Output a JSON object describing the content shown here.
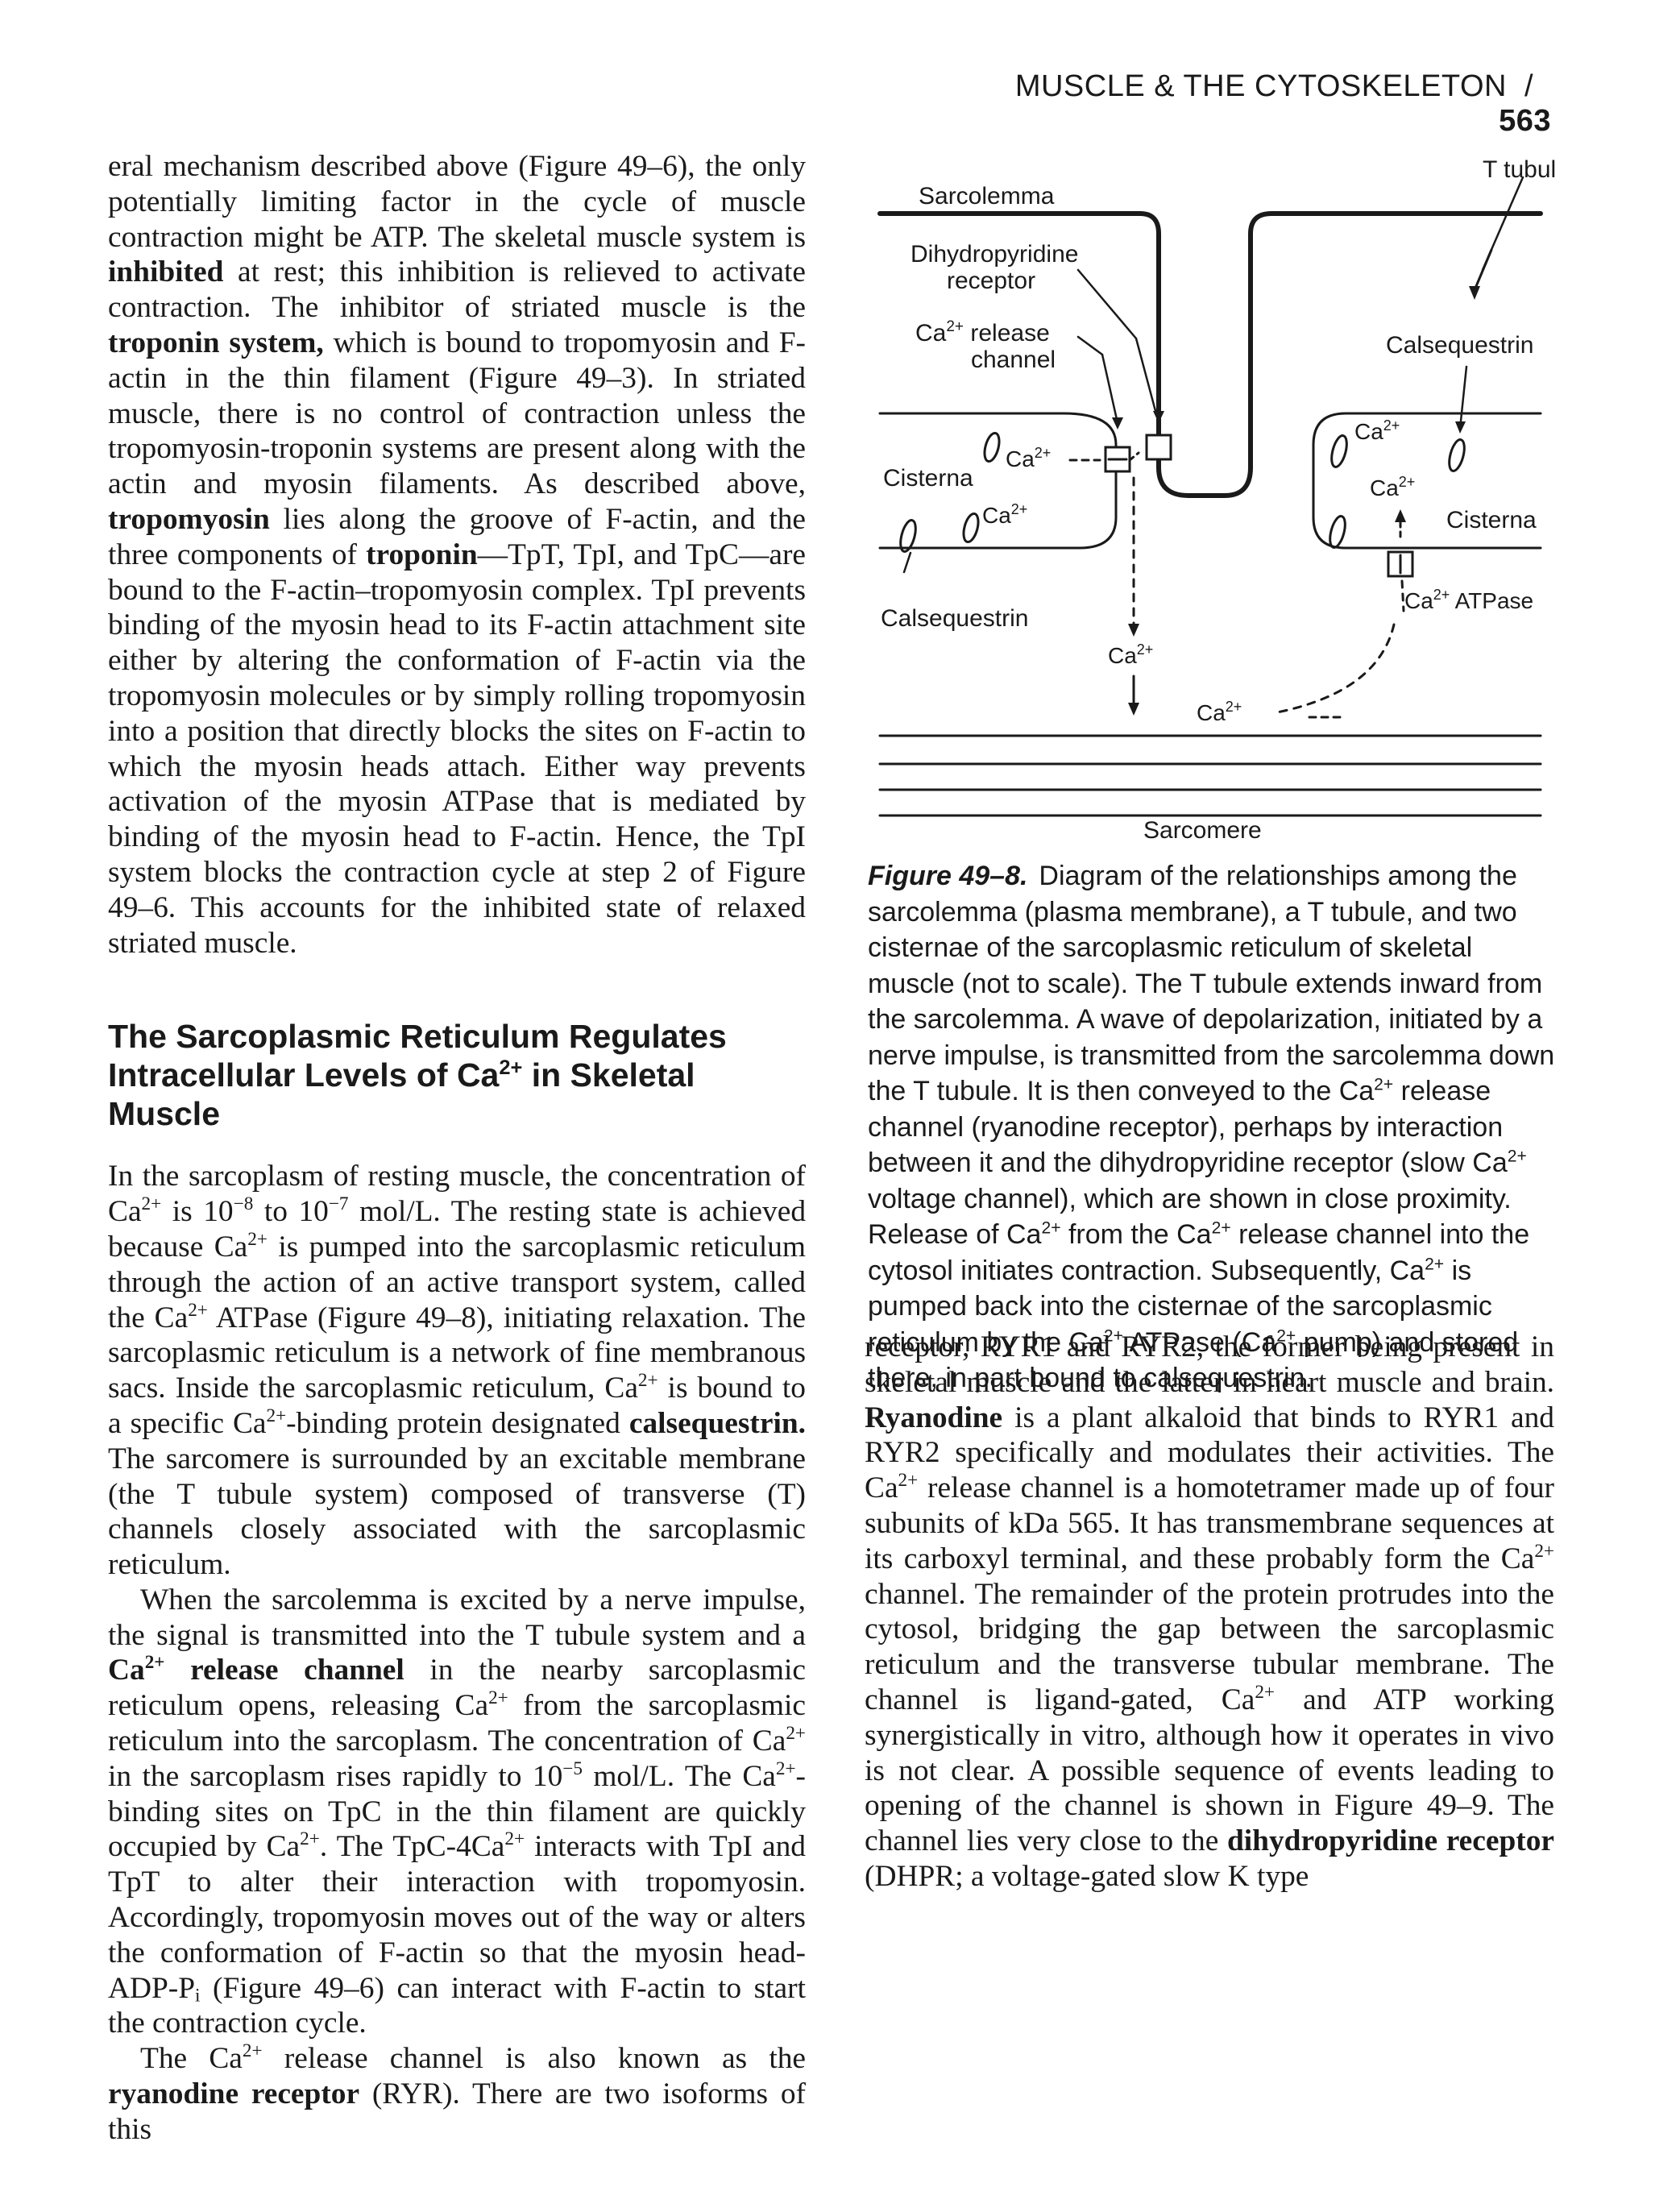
{
  "running_head": {
    "title": "MUSCLE & THE CYTOSKELETON",
    "separator": "/",
    "page_number": "563"
  },
  "left_column": {
    "p1": [
      {
        "t": "eral mechanism described above (Figure 49–6), the only potentially limiting factor in the cycle of muscle contraction might be ATP. The skeletal muscle system is "
      },
      {
        "t": "inhibited",
        "b": true
      },
      {
        "t": " at rest; this inhibition is relieved to activate contraction. The inhibitor of striated muscle is the "
      },
      {
        "t": "troponin system,",
        "b": true
      },
      {
        "t": " which is bound to tropomyosin and F-actin in the thin filament (Figure 49–3). In striated muscle, there is no control of contraction unless the tropomyosin-troponin systems are present along with the actin and myosin filaments. As described above, "
      },
      {
        "t": "tropomyosin",
        "b": true
      },
      {
        "t": " lies along the groove of F-actin, and the three components of "
      },
      {
        "t": "troponin",
        "b": true
      },
      {
        "t": "—TpT, TpI, and TpC—are bound to the F-actin–tropomyosin complex. TpI prevents binding of the myosin head to its F-actin attachment site either by altering the conformation of F-actin via the tropomyosin molecules or by simply rolling tropomyosin into a position that directly blocks the sites on F-actin to which the myosin heads attach. Either way prevents activation of the myosin ATPase that is mediated by binding of the myosin head to F-actin. Hence, the TpI system blocks the contraction cycle at step 2 of Figure 49–6. This accounts for the inhibited state of relaxed striated muscle."
      }
    ],
    "heading": [
      {
        "t": "The Sarcoplasmic Reticulum Regulates Intracellular Levels of Ca"
      },
      {
        "t": "2+",
        "sup": true
      },
      {
        "t": " in Skeletal Muscle"
      }
    ],
    "p2": [
      {
        "t": "In the sarcoplasm of resting muscle, the concentration of Ca"
      },
      {
        "t": "2+",
        "sup": true
      },
      {
        "t": " is 10"
      },
      {
        "t": "−8",
        "sup": true
      },
      {
        "t": " to 10"
      },
      {
        "t": "−7",
        "sup": true
      },
      {
        "t": " mol/L. The resting state is achieved because Ca"
      },
      {
        "t": "2+",
        "sup": true
      },
      {
        "t": " is pumped into the sarcoplasmic reticulum through the action of an active transport system, called the Ca"
      },
      {
        "t": "2+",
        "sup": true
      },
      {
        "t": " ATPase (Figure 49–8), initiating relaxation. The sarcoplasmic reticulum is a network of fine membranous sacs. Inside the sarcoplasmic reticulum, Ca"
      },
      {
        "t": "2+",
        "sup": true
      },
      {
        "t": " is bound to a specific Ca"
      },
      {
        "t": "2+",
        "sup": true
      },
      {
        "t": "-binding protein designated "
      },
      {
        "t": "calsequestrin.",
        "b": true
      },
      {
        "t": " The sarcomere is surrounded by an excitable membrane (the T tubule system) composed of transverse (T) channels closely associated with the sarcoplasmic reticulum."
      }
    ],
    "p3": [
      {
        "t": "When the sarcolemma is excited by a nerve impulse, the signal is transmitted into the T tubule system and a "
      },
      {
        "t": "Ca",
        "b": true
      },
      {
        "t": "2+",
        "b": true,
        "sup": true
      },
      {
        "t": " release channel",
        "b": true
      },
      {
        "t": " in the nearby sarcoplasmic reticulum opens, releasing Ca"
      },
      {
        "t": "2+",
        "sup": true
      },
      {
        "t": " from the sarcoplasmic reticulum into the sarcoplasm. The concentration of Ca"
      },
      {
        "t": "2+",
        "sup": true
      },
      {
        "t": " in the sarcoplasm rises rapidly to 10"
      },
      {
        "t": "−5",
        "sup": true
      },
      {
        "t": " mol/L. The Ca"
      },
      {
        "t": "2+",
        "sup": true
      },
      {
        "t": "-binding sites on TpC in the thin filament are quickly occupied by Ca"
      },
      {
        "t": "2+",
        "sup": true
      },
      {
        "t": ". The TpC-4Ca"
      },
      {
        "t": "2+",
        "sup": true
      },
      {
        "t": " interacts with TpI and TpT to alter their interaction with tropomyosin. Accordingly, tropomyosin moves out of the way or alters the conformation of F-actin so that the myosin head-ADP-P"
      },
      {
        "t": "i",
        "sub": true
      },
      {
        "t": " (Figure 49–6) can interact with F-actin to start the contraction cycle."
      }
    ],
    "p4": [
      {
        "t": "The Ca"
      },
      {
        "t": "2+",
        "sup": true
      },
      {
        "t": " release channel is also known as the "
      },
      {
        "t": "ryanodine receptor",
        "b": true
      },
      {
        "t": " (RYR). There are two isoforms of this"
      }
    ]
  },
  "right_column": {
    "p1": [
      {
        "t": "receptor, RYR1 and RYR2, the former being present in skeletal muscle and the latter in heart muscle and brain. "
      },
      {
        "t": "Ryanodine",
        "b": true
      },
      {
        "t": " is a plant alkaloid that binds to RYR1 and RYR2 specifically and modulates their activities. The Ca"
      },
      {
        "t": "2+",
        "sup": true
      },
      {
        "t": " release channel is a homotetramer made up of four subunits of kDa 565. It has transmembrane sequences at its carboxyl terminal, and these probably form the Ca"
      },
      {
        "t": "2+",
        "sup": true
      },
      {
        "t": " channel. The remainder of the protein protrudes into the cytosol, bridging the gap between the sarcoplasmic reticulum and the transverse tubular membrane. The channel is ligand-gated, Ca"
      },
      {
        "t": "2+",
        "sup": true
      },
      {
        "t": " and ATP working synergistically in vitro, although how it operates in vivo is not clear. A possible sequence of events leading to opening of the channel is shown in Figure 49–9. The channel lies very close to the "
      },
      {
        "t": "dihydropyridine receptor",
        "b": true
      },
      {
        "t": " (DHPR; a voltage-gated slow K type"
      }
    ]
  },
  "figure": {
    "labels": {
      "t_tubule": "T tubule",
      "sarcolemma": "Sarcolemma",
      "dhp_line1": "Dihydropyridine",
      "dhp_line2": "receptor",
      "release_line1": "Ca",
      "release_line1_sup": "2+",
      "release_line1_rest": " release",
      "release_line2": "channel",
      "calsequestrin_right": "Calsequestrin",
      "cisterna_left": "Cisterna",
      "cisterna_right": "Cisterna",
      "calsequestrin_left": "Calsequestrin",
      "atpase": "ATPase",
      "sarcomere": "Sarcomere",
      "ca": "Ca",
      "ca_sup": "2+"
    },
    "caption": [
      {
        "t": "Figure 49–8.",
        "label": true
      },
      {
        "t": "Diagram of the relationships among the sarcolemma (plasma membrane), a T tubule, and two cisternae of the sarcoplasmic reticulum of skeletal muscle (not to scale). The T tubule extends inward from the sarcolemma. A wave of depolarization, initiated by a nerve impulse, is transmitted from the sarcolemma down the T tubule. It is then conveyed to the Ca"
      },
      {
        "t": "2+",
        "sup": true
      },
      {
        "t": " release channel (ryanodine receptor), perhaps by interaction between it and the dihydropyridine receptor (slow Ca"
      },
      {
        "t": "2+",
        "sup": true
      },
      {
        "t": " voltage channel), which are shown in close proximity. Release of Ca"
      },
      {
        "t": "2+",
        "sup": true
      },
      {
        "t": " from the Ca"
      },
      {
        "t": "2+",
        "sup": true
      },
      {
        "t": " release channel into the cytosol initiates contraction. Subsequently, Ca"
      },
      {
        "t": "2+",
        "sup": true
      },
      {
        "t": " is pumped back into the cisternae of the sarcoplasmic reticulum by the Ca"
      },
      {
        "t": "2+",
        "sup": true
      },
      {
        "t": " ATPase (Ca"
      },
      {
        "t": "2+",
        "sup": true
      },
      {
        "t": " pump) and stored there, in part bound to calsequestrin."
      }
    ]
  }
}
